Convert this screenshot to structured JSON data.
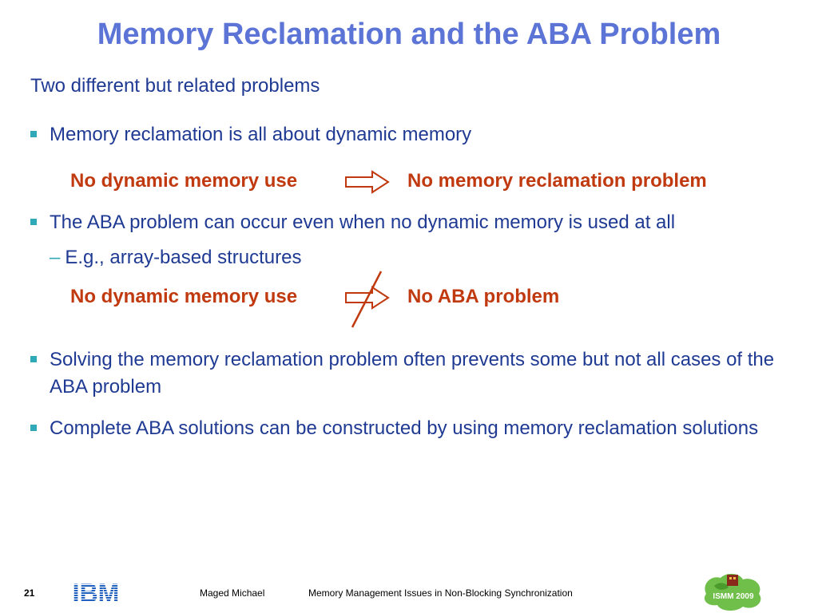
{
  "slide": {
    "title": "Memory Reclamation and the ABA Problem",
    "subtitle": "Two different but related problems"
  },
  "bullets": [
    {
      "text": "Memory reclamation is all about dynamic memory"
    },
    {
      "text": "The ABA problem can occur even when no dynamic memory is used at all"
    },
    {
      "text": "Solving the memory reclamation problem often prevents some but not all cases of the ABA problem"
    },
    {
      "text": "Complete ABA solutions can be constructed by using memory reclamation solutions"
    }
  ],
  "subbullet": {
    "text": "E.g., array-based structures"
  },
  "implications": [
    {
      "lhs": "No dynamic memory use",
      "rhs": "No memory reclamation problem",
      "negated": false
    },
    {
      "lhs": "No dynamic memory use",
      "rhs": "No ABA problem",
      "negated": true
    }
  ],
  "footer": {
    "page_number": "21",
    "author": "Maged Michael",
    "talk_title": "Memory Management Issues in Non-Blocking Synchronization",
    "ibm_logo_text": "IBM",
    "ismm_logo_text": "ISMM 2009"
  },
  "colors": {
    "title": "#5b74d6",
    "body": "#1f3a93",
    "emphasis": "#c0390f",
    "bullet_marker": "#2fa8b8"
  }
}
